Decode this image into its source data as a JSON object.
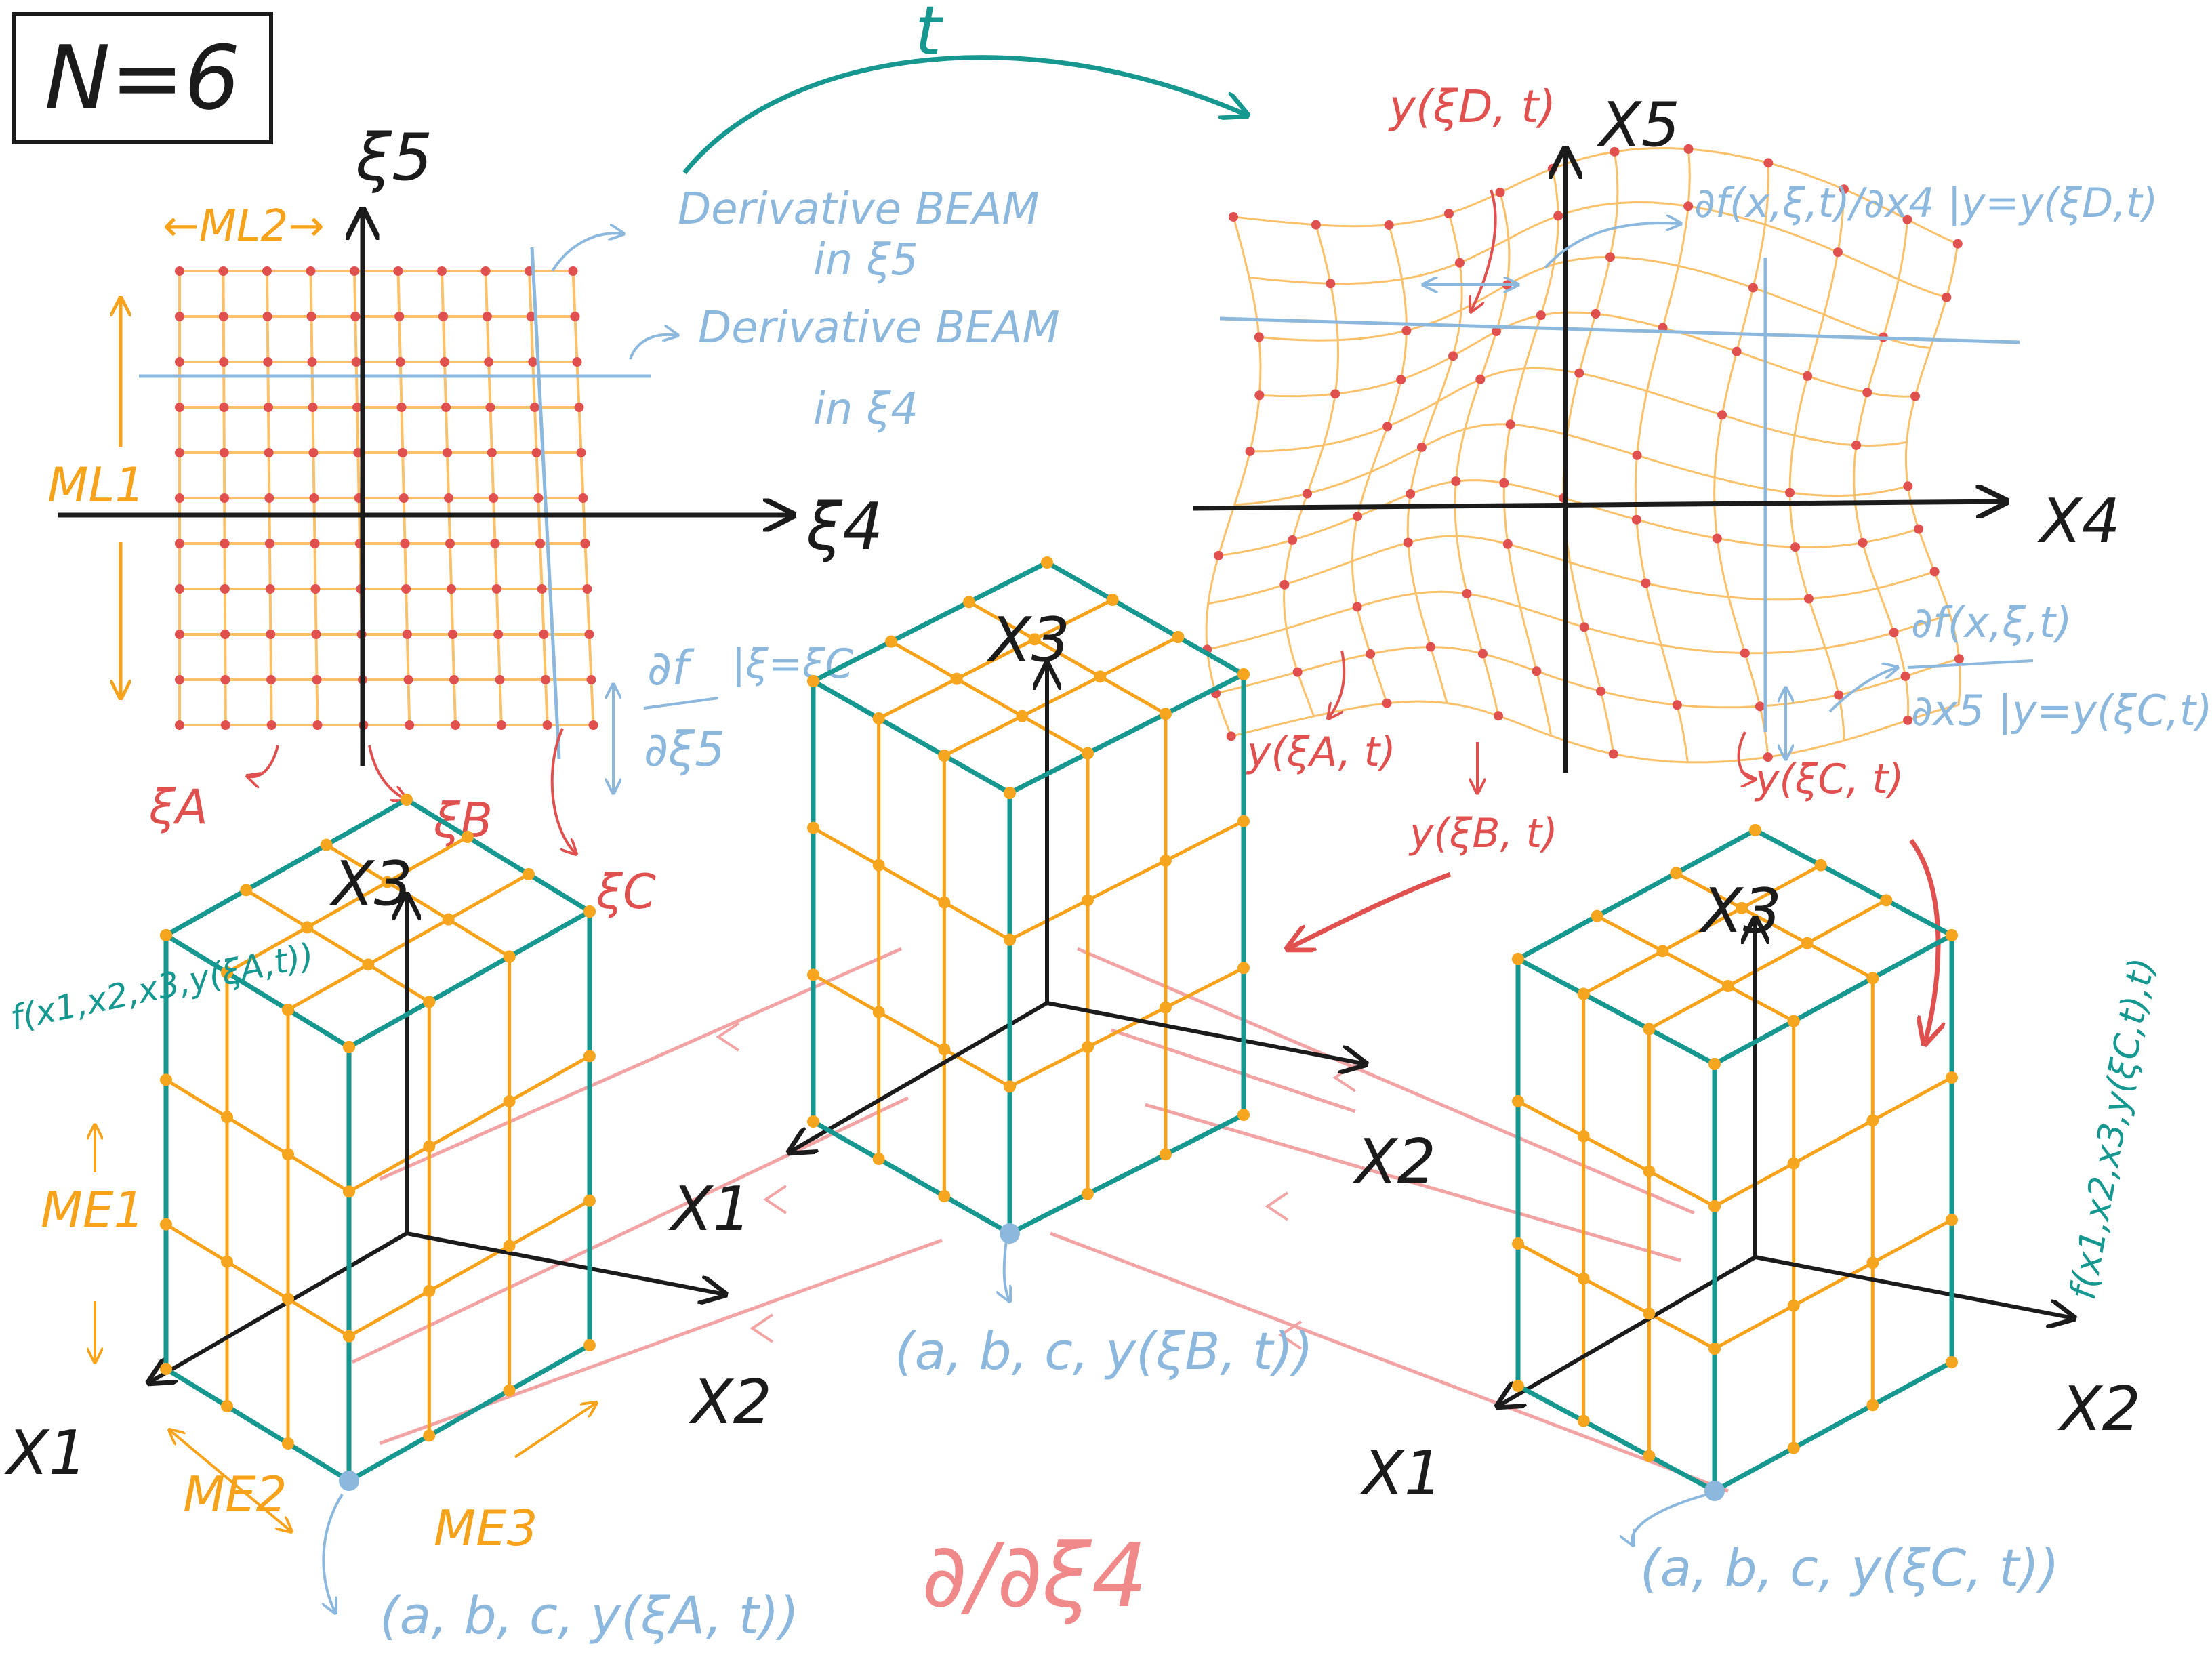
{
  "title_box": "N=6",
  "colors": {
    "ink": "#1b1b1b",
    "grid_orange": "#f7a21b",
    "grid_line": "#fbc16a",
    "point_red": "#e0504f",
    "accent_teal": "#16978f",
    "beam_blue": "#8db8de",
    "link_pink": "#f2a3a4",
    "point_orange": "#f6a51f"
  },
  "top_arrow": {
    "label": "t"
  },
  "latent": {
    "axis_v": "ξ5",
    "axis_h": "ξ4",
    "ml2": "←ML2→",
    "ml1": "ML1",
    "beam_5": [
      "Derivative BEAM",
      "in ξ5"
    ],
    "beam_4": [
      "Derivative BEAM",
      "in ξ4"
    ],
    "deriv": [
      "∂f",
      "∂ξ5",
      "|ξ=ξC"
    ],
    "xi_a": "ξA",
    "xi_b": "ξB",
    "xi_c": "ξC"
  },
  "physical": {
    "axis_v": "X5",
    "axis_h": "X4",
    "y_top": "y(ξD, t)",
    "deriv4": "∂f(x,ξ,t)/∂x4 |y=y(ξD,t)",
    "deriv5": [
      "∂f(x,ξ,t)",
      "∂x5 |y=y(ξC,t)"
    ],
    "y_a": "y(ξA, t)",
    "y_b": "y(ξB, t)",
    "y_c": "y(ξC, t)"
  },
  "cube_center": {
    "x1": "X1",
    "x2": "X2",
    "x3": "X3",
    "corner": "(a, b, c, y(ξB, t))"
  },
  "cube_left": {
    "x1": "X1",
    "x2": "X2",
    "x3": "X3",
    "f_label": "f(x1,x2,x3,y(ξA,t))",
    "me1": "ME1",
    "me2": "ME2",
    "me3": "ME3",
    "corner": "(a, b, c, y(ξA, t))"
  },
  "cube_right": {
    "x1": "X1",
    "x2": "X2",
    "x3": "X3",
    "f_label": "f(x1,x2,x3,y(ξC,t),t)",
    "corner": "(a, b, c, y(ξC, t))"
  },
  "bottom_deriv": "∂/∂ξ4"
}
